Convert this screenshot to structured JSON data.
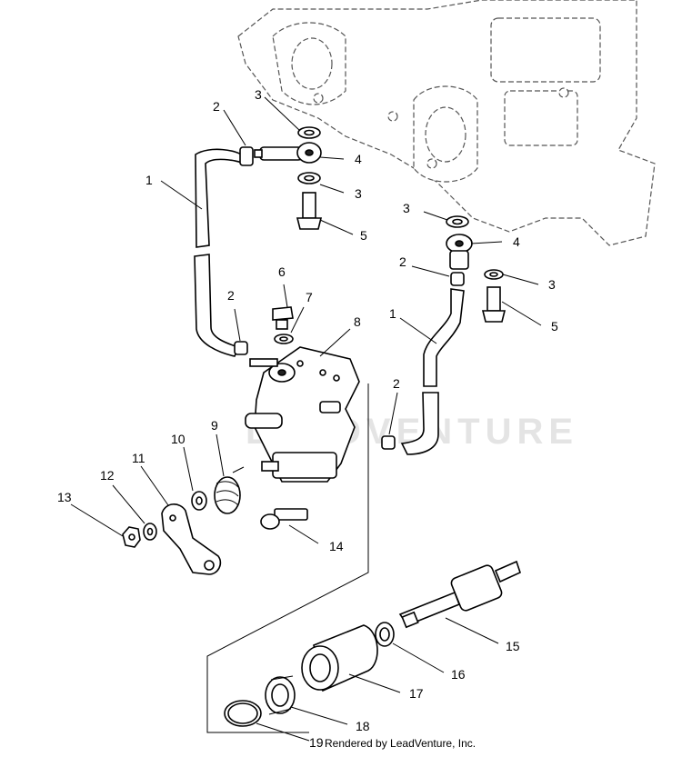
{
  "diagram": {
    "credit": "Rendered by LeadVenture, Inc.",
    "watermark": "LEADVENTURE",
    "callouts": [
      {
        "id": "1a",
        "label": "1"
      },
      {
        "id": "2a",
        "label": "2"
      },
      {
        "id": "3a",
        "label": "3"
      },
      {
        "id": "4a",
        "label": "4"
      },
      {
        "id": "3b",
        "label": "3"
      },
      {
        "id": "5a",
        "label": "5"
      },
      {
        "id": "3c",
        "label": "3"
      },
      {
        "id": "4b",
        "label": "4"
      },
      {
        "id": "2b",
        "label": "2"
      },
      {
        "id": "3d",
        "label": "3"
      },
      {
        "id": "5b",
        "label": "5"
      },
      {
        "id": "1b",
        "label": "1"
      },
      {
        "id": "6",
        "label": "6"
      },
      {
        "id": "7",
        "label": "7"
      },
      {
        "id": "8",
        "label": "8"
      },
      {
        "id": "2c",
        "label": "2"
      },
      {
        "id": "2d",
        "label": "2"
      },
      {
        "id": "9",
        "label": "9"
      },
      {
        "id": "10",
        "label": "10"
      },
      {
        "id": "11",
        "label": "11"
      },
      {
        "id": "12",
        "label": "12"
      },
      {
        "id": "13",
        "label": "13"
      },
      {
        "id": "14",
        "label": "14"
      },
      {
        "id": "15",
        "label": "15"
      },
      {
        "id": "16",
        "label": "16"
      },
      {
        "id": "17",
        "label": "17"
      },
      {
        "id": "18",
        "label": "18"
      },
      {
        "id": "19",
        "label": "19"
      }
    ]
  }
}
